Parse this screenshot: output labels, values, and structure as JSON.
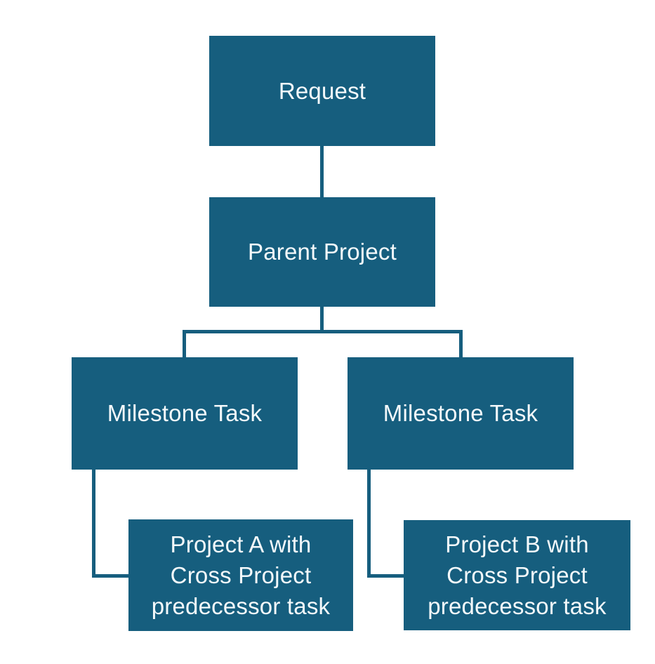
{
  "diagram": {
    "colors": {
      "background": "#ffffff",
      "node_fill": "#165e7e",
      "connector": "#165e7e",
      "text": "#f4f9fb"
    },
    "nodes": {
      "request": {
        "label": "Request"
      },
      "parent_project": {
        "label": "Parent Project"
      },
      "milestone_left": {
        "label": "Milestone Task"
      },
      "milestone_right": {
        "label": "Milestone Task"
      },
      "project_a": {
        "label": "Project A with Cross Project predecessor task",
        "lines": [
          "Project A with",
          "Cross Project",
          "predecessor task"
        ]
      },
      "project_b": {
        "label": "Project B with Cross Project predecessor task",
        "lines": [
          "Project B with",
          "Cross Project",
          "predecessor task"
        ]
      }
    },
    "edges": [
      {
        "from": "request",
        "to": "parent_project"
      },
      {
        "from": "parent_project",
        "to": "milestone_left"
      },
      {
        "from": "parent_project",
        "to": "milestone_right"
      },
      {
        "from": "milestone_left",
        "to": "project_a"
      },
      {
        "from": "milestone_right",
        "to": "project_b"
      }
    ]
  }
}
